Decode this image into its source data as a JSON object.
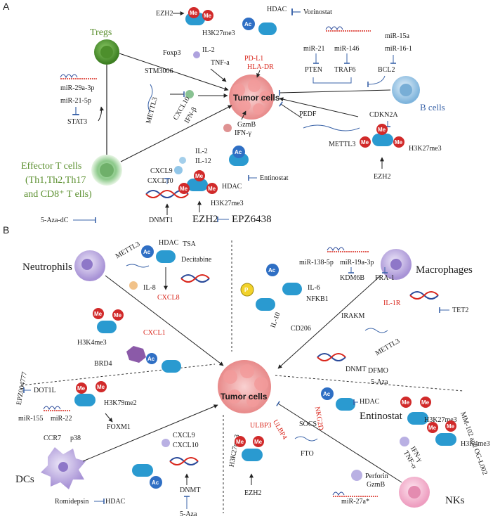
{
  "panels": {
    "a": "A",
    "b": "B"
  },
  "tumor": "Tumor cells",
  "cells": {
    "tregs": "Tregs",
    "bcells": "B cells",
    "effector": [
      "Effector T cells",
      "(Th1,Th2,Th17",
      "and CD8⁺ T ells)"
    ],
    "neutrophils": "Neutrophils",
    "macrophages": "Macrophages",
    "dcs": "DCs",
    "nks": "NKs"
  },
  "marks": {
    "me": "Me",
    "ac": "Ac",
    "p": "P"
  },
  "a": {
    "ezh2_top": "EZH2",
    "h3k27me3_top": "H3K27me3",
    "foxp3": "Foxp3",
    "il2": "IL-2",
    "tnfa": "TNF-a",
    "hdac_top": "HDAC",
    "vorinostat": "Vorinostat",
    "pdl1": "PD-L1",
    "hladr": "HLA-DR",
    "mir21": "miR-21",
    "mir146": "miR-146",
    "pten": "PTEN",
    "traf6": "TRAF6",
    "mir15a": "miR-15a",
    "mir161": "miR-16-1",
    "bcl2": "BCL2",
    "mir29a": "miR-29a-3p",
    "mir21_5p": "miR-21-5p",
    "stat3": "STAT3",
    "stm": "STM3006",
    "mettl3": "METTL3",
    "cxcl10": "CXCL10",
    "ifnb": "IFN-β",
    "gzmb": "GzmB",
    "ifng": "IFN-γ",
    "pedf": "PEDF",
    "mettl3b": "METTL3",
    "cdkn2a": "CDKN2A",
    "h3k27me3_b": "H3K27me3",
    "ezh2_b": "EZH2",
    "cxcl9": "CXCL9",
    "cxcl10b": "CXCL10",
    "il2b": "IL-2",
    "il12": "IL-12",
    "entinostat": "Entinostat",
    "hdac_mid": "HDAC",
    "h3k27me3_c": "H3K27me3",
    "aza": "5-Aza-dC",
    "dnmt1": "DNMT1",
    "ezh2_c": "EZH2",
    "epz": "EPZ6438"
  },
  "b": {
    "mettl3": "METTL3",
    "hdac": "HDAC",
    "tsa": "TSA",
    "decitabine": "Decitabine",
    "il8": "IL-8",
    "cxcl8": "CXCL8",
    "h3k4me3": "H3K4me3",
    "cxcl1": "CXCL1",
    "brd4": "BRD4",
    "mir138": "miR-138-5p",
    "mir19a": "miR-19a-3p",
    "il6": "IL-6",
    "nfkb1": "NFKB1",
    "kdm6b": "KDM6B",
    "fra1": "FRA-1",
    "il10": "IL-10",
    "il1r": "IL-1R",
    "irakm": "IRAKM",
    "tet2": "TET2",
    "mettl3b": "METTL3",
    "cd206": "CD206",
    "dnmt": "DNMT",
    "dfmo": "DFMO",
    "aza": "5-Aza",
    "epz": "EPZ004777",
    "dot1l": "DOT1L",
    "h3k79me2": "H3K79me2",
    "mir155": "miR-155",
    "mir22": "miR-22",
    "ccr7": "CCR7",
    "p38": "p38",
    "foxm1": "FOXM1",
    "cxcl9": "CXCL9",
    "cxcl10": "CXCL10",
    "romidepsin": "Romidepsin",
    "hdac2": "HDAC",
    "dnmt2": "DNMT",
    "aza2": "5-Aza",
    "h3k27me3": "H3K27me3",
    "ulbp3": "ULBP3",
    "ulbp4": "ULBP4",
    "ezh2": "EZH2",
    "socs": "SOCS",
    "fto": "FTO",
    "perforin": "Perforin",
    "gzmb": "GzmB",
    "mir27a": "miR-27a*",
    "nkg2d": "NKG2D",
    "hdac3": "HDAC",
    "entinostat": "Entinostat",
    "mm102": "MM-102 and OG-L002",
    "h3k27me3b": "H3K27me3",
    "h3k4me3b": "H3K4me3",
    "ifng": "IFN-γ",
    "tnfa": "TNF-α"
  },
  "colors": {
    "me": "#d12a2a",
    "ac": "#2f6fc4",
    "dna_blue": "#2a4a9a",
    "dna_red": "#d9261c",
    "inhibit": "#3a63a8",
    "tumor": "#f4a6a6",
    "treg": "#5a9e36",
    "effector": "#8fc98a",
    "bcell": "#9fc7e4",
    "myeloid": "#c6b7e6",
    "nk": "#f5b8d2"
  }
}
